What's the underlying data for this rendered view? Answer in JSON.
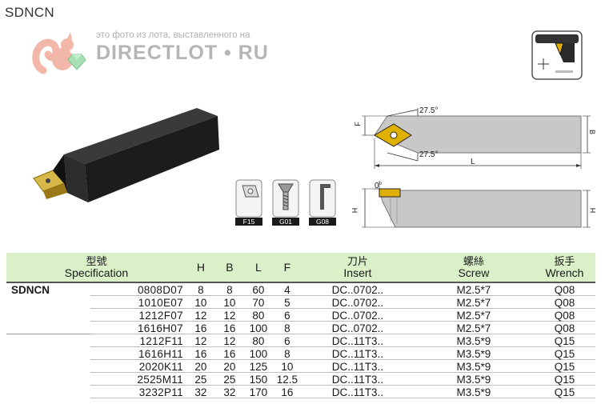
{
  "header": {
    "title": "SDNCN"
  },
  "watermark": {
    "caption": "это фото из лота, выставленного на",
    "brand": "DIRECTLOT • RU"
  },
  "accessories": [
    {
      "code": "F15",
      "icon": "insert-shim-icon"
    },
    {
      "code": "G01",
      "icon": "screw-icon"
    },
    {
      "code": "G08",
      "icon": "wrench-icon"
    }
  ],
  "drawing": {
    "angle_top": "27.5°",
    "angle_bottom": "27.5°",
    "angle_side": "0°",
    "dim_f": "F",
    "dim_b": "B",
    "dim_l": "L",
    "dim_h_left": "H",
    "dim_h_right": "H"
  },
  "table": {
    "headers": {
      "spec_zh": "型號",
      "spec_en": "Specification",
      "h": "H",
      "b": "B",
      "l": "L",
      "f": "F",
      "insert_zh": "刀片",
      "insert_en": "Insert",
      "screw_zh": "螺絲",
      "screw_en": "Screw",
      "wrench_zh": "扳手",
      "wrench_en": "Wrench"
    },
    "series": "SDNCN",
    "rows": [
      {
        "model": "0808D07",
        "h": "8",
        "b": "8",
        "l": "60",
        "f": "4",
        "insert": "DC..0702..",
        "screw": "M2.5*7",
        "wrench": "Q08"
      },
      {
        "model": "1010E07",
        "h": "10",
        "b": "10",
        "l": "70",
        "f": "5",
        "insert": "DC..0702..",
        "screw": "M2.5*7",
        "wrench": "Q08"
      },
      {
        "model": "1212F07",
        "h": "12",
        "b": "12",
        "l": "80",
        "f": "6",
        "insert": "DC..0702..",
        "screw": "M2.5*7",
        "wrench": "Q08"
      },
      {
        "model": "1616H07",
        "h": "16",
        "b": "16",
        "l": "100",
        "f": "8",
        "insert": "DC..0702..",
        "screw": "M2.5*7",
        "wrench": "Q08"
      },
      {
        "model": "1212F11",
        "h": "12",
        "b": "12",
        "l": "80",
        "f": "6",
        "insert": "DC..11T3..",
        "screw": "M3.5*9",
        "wrench": "Q15"
      },
      {
        "model": "1616H11",
        "h": "16",
        "b": "16",
        "l": "100",
        "f": "8",
        "insert": "DC..11T3..",
        "screw": "M3.5*9",
        "wrench": "Q15"
      },
      {
        "model": "2020K11",
        "h": "20",
        "b": "20",
        "l": "125",
        "f": "10",
        "insert": "DC..11T3..",
        "screw": "M3.5*9",
        "wrench": "Q15"
      },
      {
        "model": "2525M11",
        "h": "25",
        "b": "25",
        "l": "150",
        "f": "12.5",
        "insert": "DC..11T3..",
        "screw": "M3.5*9",
        "wrench": "Q15"
      },
      {
        "model": "3232P11",
        "h": "32",
        "b": "32",
        "l": "170",
        "f": "16",
        "insert": "DC..11T3..",
        "screw": "M3.5*9",
        "wrench": "Q15"
      }
    ]
  },
  "colors": {
    "header_bg": "#d9f0c8",
    "insert_gold": "#d4a017",
    "body_gray": "#c8c8c8",
    "tool_black": "#1e1e1e"
  }
}
